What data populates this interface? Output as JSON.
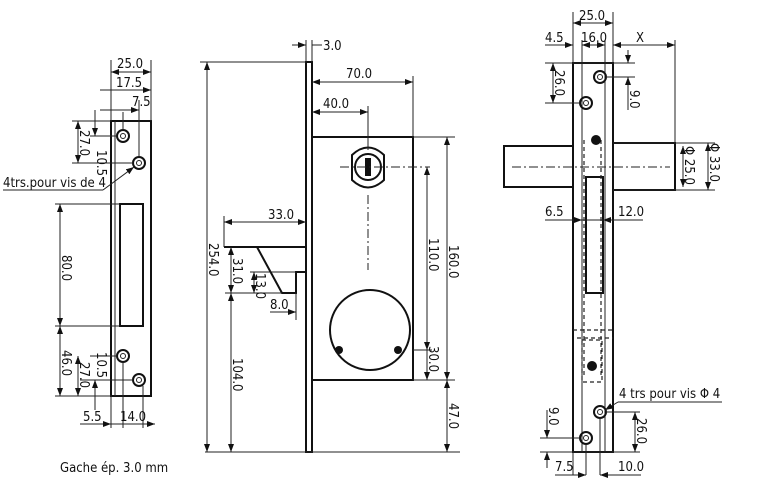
{
  "strike_plate": {
    "title": "Gache ép. 3.0 mm",
    "note": "4trs.pour vis de 4",
    "dims": {
      "w25": "25.0",
      "w17_5": "17.5",
      "w7_5": "7.5",
      "h27": "27.0",
      "h10_5": "10.5",
      "h80": "80.0",
      "h46": "46.0",
      "h27b": "27.0",
      "h10_5b": "10.5",
      "w5_5": "5.5",
      "w14": "14.0"
    }
  },
  "lock_side": {
    "dims": {
      "t3": "3.0",
      "w70": "70.0",
      "w40": "40.0",
      "w33": "33.0",
      "h254": "254.0",
      "h31": "31.0",
      "h13": "13.0",
      "w8": "8.0",
      "h104": "104.0",
      "h110": "110.0",
      "h160": "160.0",
      "h30": "30.0",
      "h47": "47.0"
    }
  },
  "lock_front": {
    "note": "4 trs pour vis Φ 4",
    "dims": {
      "w25": "25.0",
      "w4_5": "4.5",
      "w16": "16.0",
      "x": "X",
      "h26": "26.0",
      "h9": "9.0",
      "d25": "Φ 25.0",
      "d33": "Φ 33.0",
      "w6_5": "6.5",
      "w12": "12.0",
      "h9b": "9.0",
      "h26b": "26.0",
      "w7_5": "7.5",
      "w10": "10.0"
    }
  }
}
